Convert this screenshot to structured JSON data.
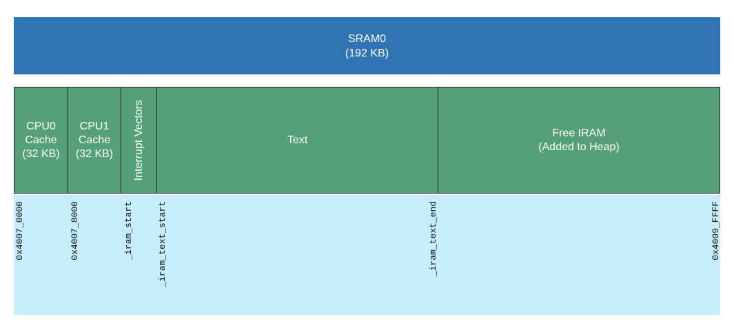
{
  "sram": {
    "title": "SRAM0",
    "size": "(192 KB)"
  },
  "segments": [
    {
      "line1": "CPU0",
      "line2": "Cache",
      "line3": "(32 KB)"
    },
    {
      "line1": "CPU1",
      "line2": "Cache",
      "line3": "(32 KB)"
    },
    {
      "line1": "Interrupt Vectors"
    },
    {
      "line1": "Text"
    },
    {
      "line1": "Free IRAM",
      "line2": "(Added to Heap)"
    }
  ],
  "addresses": [
    "0x4007_0000",
    "0x4007_8000",
    "_iram_start",
    "_iram_text_start",
    "_iram_text_end",
    "0x4009_FFFF"
  ]
}
